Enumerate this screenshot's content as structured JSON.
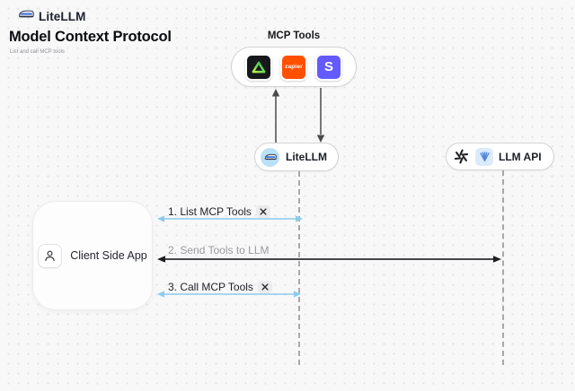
{
  "header": {
    "brand": "LiteLLM"
  },
  "page": {
    "title": "Model Context Protocol",
    "subtitle": "List and call MCP tools"
  },
  "nodes": {
    "mcp_tools": {
      "label": "MCP Tools",
      "zapier_label": "zapier",
      "stripe_label": "S"
    },
    "litellm": {
      "label": "LiteLLM"
    },
    "llm_api": {
      "label": "LLM API"
    },
    "client": {
      "label": "Client Side App"
    }
  },
  "messages": [
    {
      "label": "1. List MCP Tools",
      "style": "blue",
      "tools_icon": true
    },
    {
      "label": "2. Send Tools to LLM",
      "style": "dark",
      "tools_icon": false
    },
    {
      "label": "3. Call MCP Tools",
      "style": "blue",
      "tools_icon": true
    }
  ],
  "colors": {
    "arrow_blue": "#8ccbec",
    "arrow_dark": "#2e2e30",
    "zapier_orange": "#ff4f00",
    "stripe_purple": "#635bff",
    "triangle_green": "#3fd06a",
    "lifeline_gray": "#a8a8ab",
    "litellm_circle_blue": "#b9e0f6",
    "provider_icon_blue": "#4f86e0"
  }
}
